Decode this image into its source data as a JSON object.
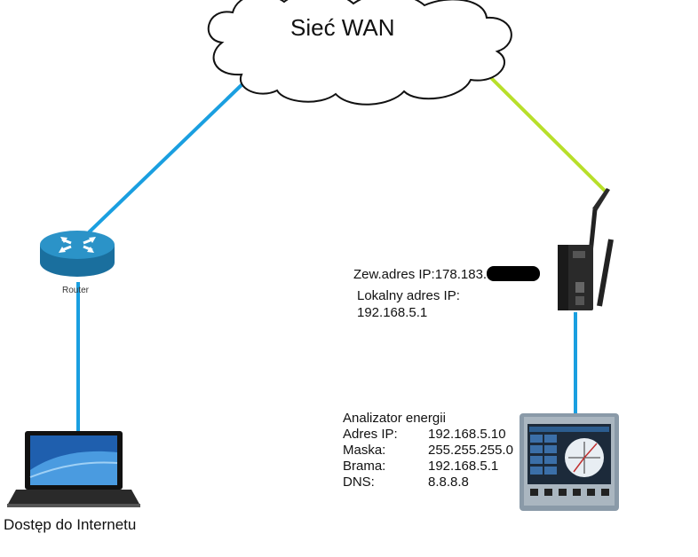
{
  "cloud": {
    "label": "Sieć WAN"
  },
  "router": {
    "label": "Router"
  },
  "laptop": {
    "label": "Dostęp do Internetu"
  },
  "gateway": {
    "external_ip_label": "Zew.adres IP:178.183.",
    "local_ip_label": "Lokalny adres IP:",
    "local_ip_value": "192.168.5.1"
  },
  "analyzer": {
    "title": "Analizator energii",
    "rows": [
      {
        "key": "Adres IP:",
        "value": "192.168.5.10"
      },
      {
        "key": "Maska:",
        "value": "255.255.255.0"
      },
      {
        "key": "Brama:",
        "value": "192.168.5.1"
      },
      {
        "key": "DNS:",
        "value": "8.8.8.8"
      }
    ]
  },
  "colors": {
    "link_blue": "#1a9fe0",
    "link_green": "#b8df2a",
    "router_blue": "#1e86b8",
    "device_dark": "#2a2a2a"
  }
}
